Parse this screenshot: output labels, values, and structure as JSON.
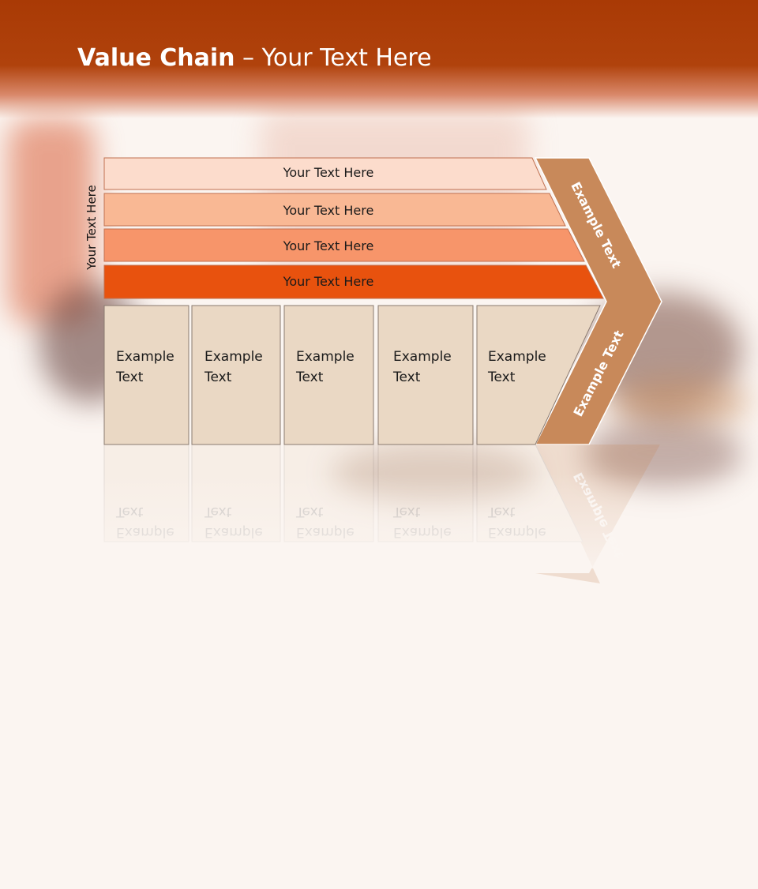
{
  "title": {
    "bold": "Value Chain",
    "rest": " – Your Text Here"
  },
  "side_label": "Your Text Here",
  "bars": [
    {
      "label": "Your Text Here",
      "color": "#fcdccc"
    },
    {
      "label": "Your Text Here",
      "color": "#f9b894"
    },
    {
      "label": "Your Text Here",
      "color": "#f7956a"
    },
    {
      "label": "Your Text Here",
      "color": "#e8520e"
    }
  ],
  "boxes": [
    {
      "line1": "Example",
      "line2": "Text"
    },
    {
      "line1": "Example",
      "line2": "Text"
    },
    {
      "line1": "Example",
      "line2": "Text"
    },
    {
      "line1": "Example",
      "line2": "Text"
    },
    {
      "line1": "Example",
      "line2": "Text"
    }
  ],
  "chevron": {
    "upper_text": "Example Text",
    "lower_text": "Example Text",
    "color": "#c8895a"
  },
  "colors": {
    "header": "#ad3f08",
    "box_fill": "#ead8c4",
    "box_border": "#8a7a70"
  }
}
